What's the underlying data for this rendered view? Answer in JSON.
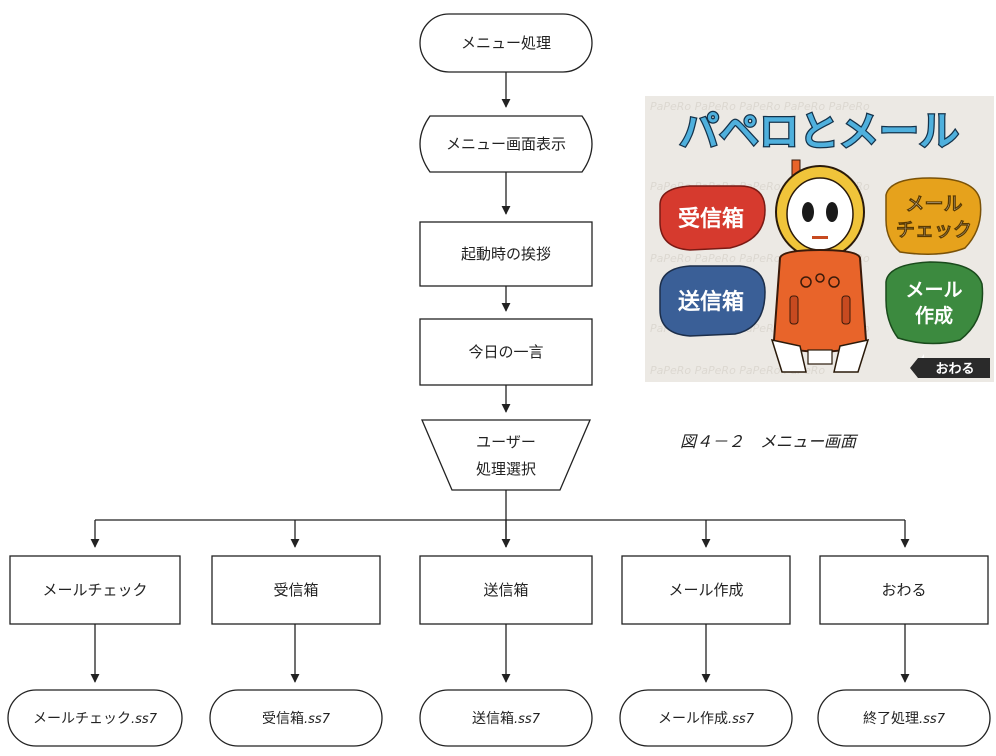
{
  "flow": {
    "start": "メニュー処理",
    "display": "メニュー画面表示",
    "greeting": "起動時の挨拶",
    "phrase": "今日の一言",
    "select_line1": "ユーザー",
    "select_line2": "処理選択",
    "branches": [
      {
        "label": "メールチェック",
        "file": "メールチェック",
        "ext": ".ss7"
      },
      {
        "label": "受信箱",
        "file": "受信箱",
        "ext": ".ss7"
      },
      {
        "label": "送信箱",
        "file": "送信箱",
        "ext": ".ss7"
      },
      {
        "label": "メール作成",
        "file": "メール作成",
        "ext": ".ss7"
      },
      {
        "label": "おわる",
        "file": "終了処理",
        "ext": ".ss7"
      }
    ]
  },
  "screenshot": {
    "title": "パペロとメール",
    "inbox": "受信箱",
    "mail_check_line1": "メール",
    "mail_check_line2": "チェック",
    "outbox": "送信箱",
    "compose_line1": "メール",
    "compose_line2": "作成",
    "quit": "おわる",
    "colors": {
      "inbox": "#d63a2e",
      "mail_check": "#e6a21c",
      "outbox": "#3a5f97",
      "compose": "#3c8a3f",
      "robot": "#e8642a",
      "title_fill": "#4fb0dd"
    }
  },
  "caption": "図４－２　メニュー画面"
}
